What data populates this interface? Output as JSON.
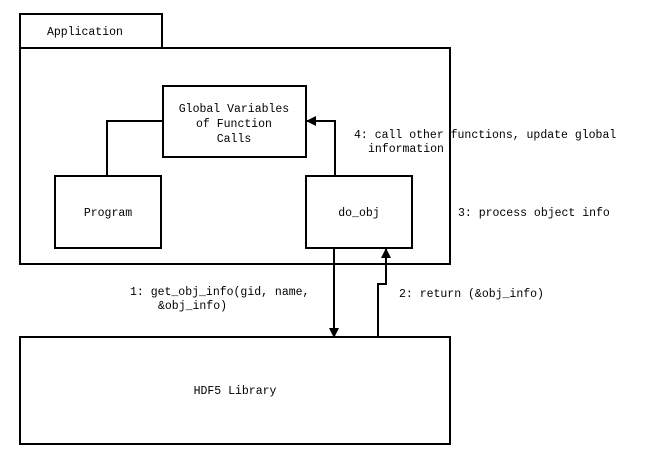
{
  "application": {
    "tab_label": "Application"
  },
  "boxes": {
    "global_vars": {
      "lines": [
        "Global Variables",
        "of Function",
        "Calls"
      ]
    },
    "program": {
      "label": "Program"
    },
    "do_obj": {
      "label": "do_obj"
    },
    "library": {
      "label": "HDF5 Library"
    }
  },
  "steps": {
    "step1": {
      "lines": [
        "1: get_obj_info(gid, name,",
        "&obj_info)"
      ]
    },
    "step2": {
      "label": "2: return (&obj_info)"
    },
    "step3": {
      "label": "3: process object info"
    },
    "step4": {
      "lines": [
        "4: call other functions, update global",
        "information"
      ]
    }
  },
  "colors": {
    "stroke": "#000000",
    "background": "#ffffff"
  }
}
